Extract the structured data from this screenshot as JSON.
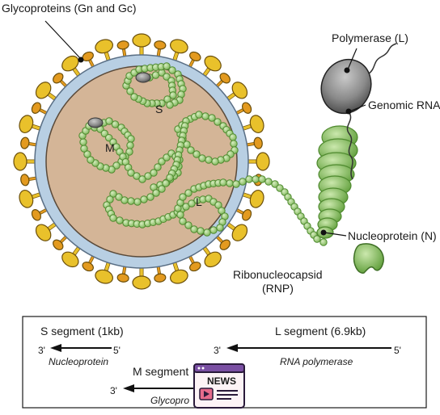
{
  "labels": {
    "glycoproteins": "Glycoproteins (Gn and Gc)",
    "polymerase": "Polymerase (L)",
    "genomic_rna": "Genomic RNA",
    "nucleoprotein": "Nucleoprotein (N)",
    "rnp_line1": "Ribonucleocapsid",
    "rnp_line2": "(RNP)",
    "seg_s": "S",
    "seg_m": "M",
    "seg_l": "L"
  },
  "segments": {
    "s": {
      "title": "S segment (1kb)",
      "left_end": "3'",
      "right_end": "5'",
      "gene": "Nucleoprotein"
    },
    "l": {
      "title": "L segment (6.9kb)",
      "left_end": "3'",
      "right_end": "5'",
      "gene": "RNA polymerase"
    },
    "m": {
      "title": "M segment",
      "left_end": "3'",
      "gene": "Glycopro"
    }
  },
  "badge": {
    "text": "NEWS"
  },
  "colors": {
    "capsid": "#d4b597",
    "membrane": "#b8cfe3",
    "glyco_yellow": "#e9c12b",
    "glyco_orange": "#e39a1f",
    "rnp_green": "#8fc968",
    "rnp_dark": "#4f8a2f",
    "polymerase": "#8a8a8a",
    "badge_purple": "#7a4fa3",
    "badge_pink": "#e56b8c"
  }
}
